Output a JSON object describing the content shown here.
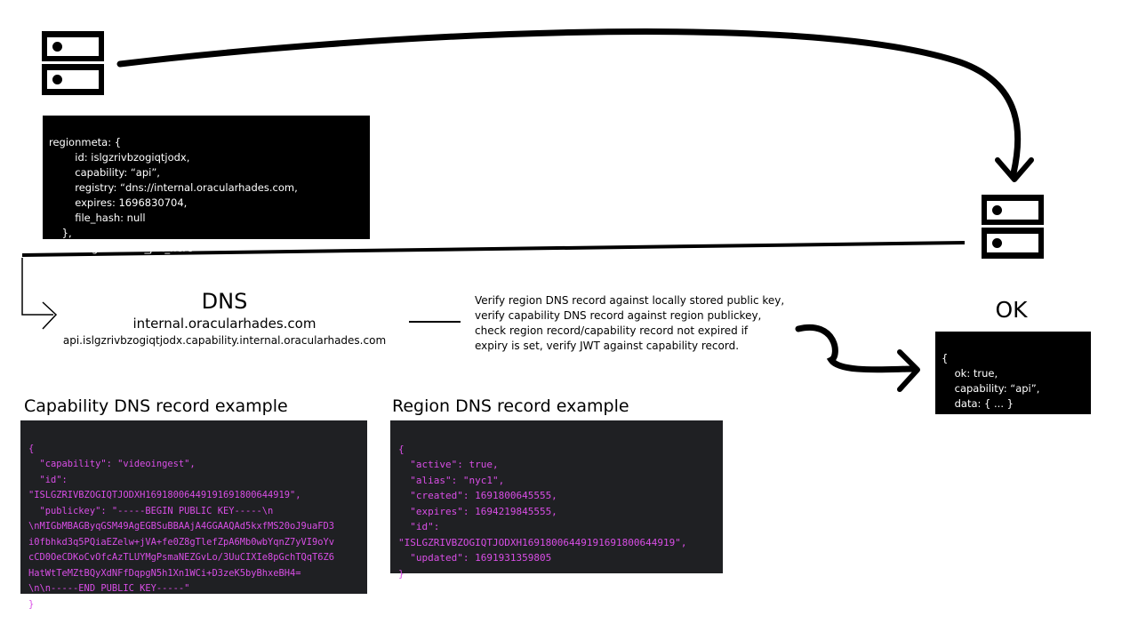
{
  "client_request": {
    "lines": [
      "regionmeta: {",
      "        id: islgzrivbzogiqtjodx,",
      "        capability: “api”,",
      "        registry: “dns://internal.oracularhades.com,",
      "        expires: 1696830704,",
      "        file_hash: null",
      "    },",
      "    data: generated_jwt_here"
    ]
  },
  "dns": {
    "title": "DNS",
    "domain": "internal.oracularhades.com",
    "record": "api.islgzrivbzogiqtjodx.capability.internal.oracularhades.com"
  },
  "verification": {
    "text": "Verify region DNS record against locally stored public key,\nverify capability DNS record against region publickey,\ncheck region record/capability record not expired if\nexpiry is set, verify JWT against capability record."
  },
  "response": {
    "title": "OK",
    "lines": [
      "{",
      "    ok: true,",
      "    capability: “api”,",
      "    data: { ... }",
      "}"
    ]
  },
  "capability_example": {
    "title": "Capability DNS record example",
    "lines": [
      "{",
      "  \"capability\": \"videoingest\",",
      "  \"id\":",
      "\"ISLGZRIVBZOGIQTJODXH16918006449191691800644919\",",
      "  \"publickey\": \"-----BEGIN PUBLIC KEY-----\\n",
      "\\nMIGbMBAGByqGSM49AgEGBSuBBAAjA4GGAAQAd5kxfMS20oJ9uaFD3",
      "i0fbhkd3q5PQiaEZelw+jVA+fe0Z8gTlefZpA6Mb0wbYqnZ7yVI9oYv",
      "cCD0OeCDKoCvOfcAzTLUYMgPsmaNEZGvLo/3UuCIXIe8pGchTQqT6Z6",
      "HatWtTeMZtBQyXdNFfDqpgN5h1Xn1WCi+D3zeK5byBhxeBH4=",
      "\\n\\n-----END PUBLIC KEY-----\"",
      "}"
    ]
  },
  "region_example": {
    "title": "Region DNS record example",
    "lines": [
      "{",
      "  \"active\": true,",
      "  \"alias\": \"nyc1\",",
      "  \"created\": 1691800645555,",
      "  \"expires\": 1694219845555,",
      "  \"id\":",
      "\"ISLGZRIVBZOGIQTJODXH16918006449191691800644919\",",
      "  \"updated\": 1691931359805",
      "}"
    ]
  },
  "colors": {
    "code_bg": "#1f2023",
    "code_text": "#d94ee6"
  }
}
